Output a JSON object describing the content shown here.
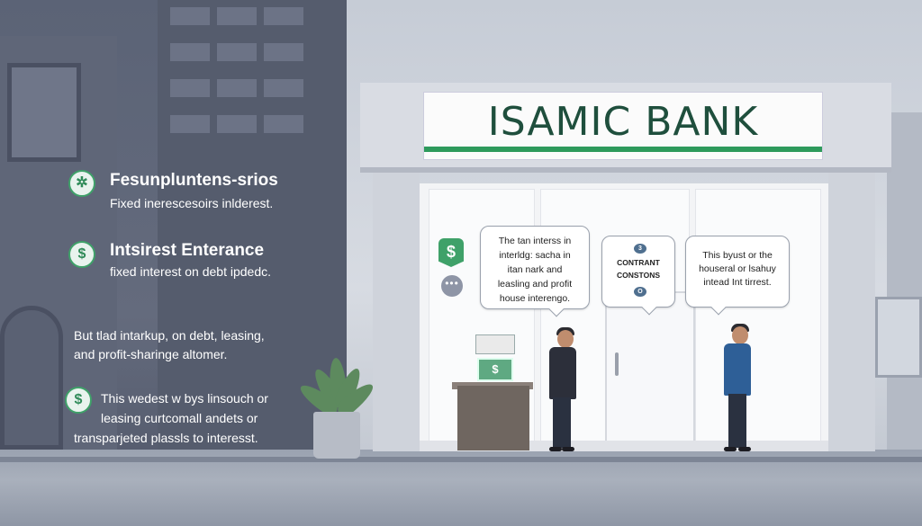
{
  "features": [
    {
      "title": "Fesunpluntens-srios",
      "subtitle": "Fixed inerescesoirs inlderest.",
      "icon": "network-icon"
    },
    {
      "title": "Intsirest Enterance",
      "subtitle": "fixed interest on debt ipdedc.",
      "icon": "dollar-coin-icon"
    }
  ],
  "paragraph": {
    "line1": "But tlad intarkup, on debt, leasing,",
    "line2": "and profit-sharinge altomer."
  },
  "footer_block": {
    "icon": "dollar-coin-icon",
    "line1": "This wedest w bys linsouch or",
    "line2": "leasing curtcomall andets or",
    "line3": "transparjeted plassls to interesst."
  },
  "bank": {
    "sign": "ISAMIC BANK",
    "accent_color": "#2e9a5c"
  },
  "bubbles": {
    "left": [
      "The tan interss in",
      "interldg: sacha in",
      "itan nark and",
      "leasling and profit",
      "house interengo."
    ],
    "middle": {
      "icon_top": "3",
      "line1": "CONTRANT",
      "line2": "CONSTONS",
      "icon_bottom": "O"
    },
    "right": [
      "This byust or the",
      "houseral or lsahuy",
      "intead Int tirrest."
    ]
  },
  "badge": {
    "symbol": "$",
    "dots": "•••"
  },
  "cash_label": "$"
}
